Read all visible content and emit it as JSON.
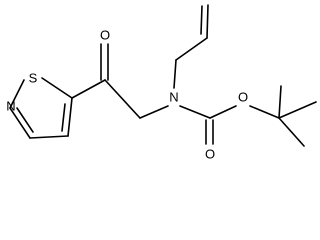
{
  "molecule": {
    "atoms": {
      "sulfur": "S",
      "ring_nitrogen": "N",
      "ketone_oxygen": "O",
      "amine_nitrogen": "N",
      "ester_oxygen": "O",
      "carbonyl_oxygen": "O"
    }
  }
}
